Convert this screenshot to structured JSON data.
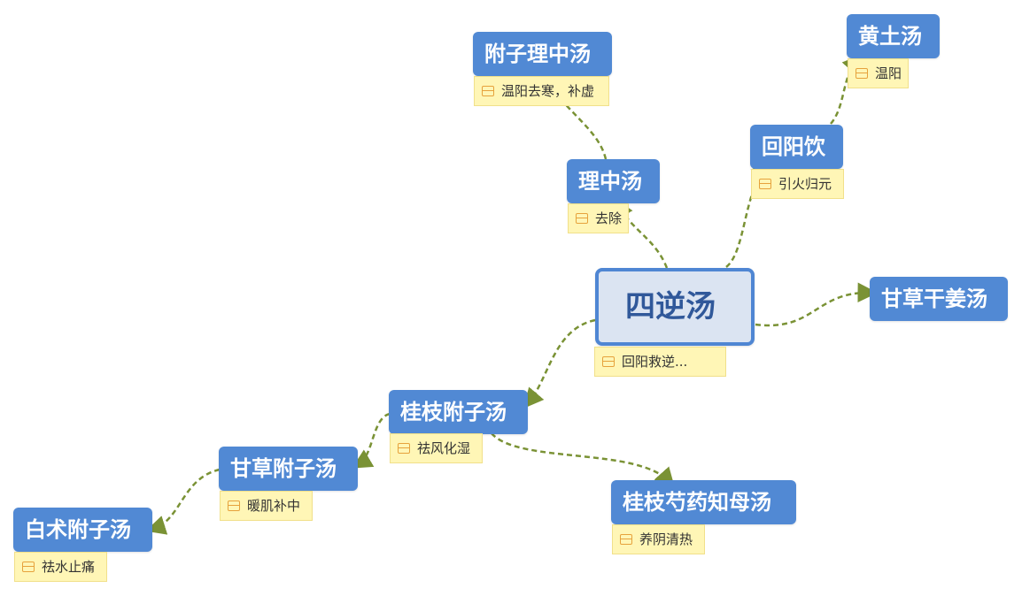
{
  "colors": {
    "node_fill": "#5189d4",
    "root_fill": "#dbe4f2",
    "root_border": "#4f86d3",
    "root_text": "#30589a",
    "note_fill": "#fff6b6",
    "link": "#7a9235"
  },
  "note_icon": "note-icon",
  "nodes": {
    "sini": {
      "label": "四逆汤",
      "note": "回阳救逆..."
    },
    "lizhong": {
      "label": "理中汤",
      "note": "去除"
    },
    "fuzi_lizhong": {
      "label": "附子理中汤",
      "note": "温阳去寒，补虚"
    },
    "huiyang": {
      "label": "回阳饮",
      "note": "引火归元"
    },
    "huangtu": {
      "label": "黄土汤",
      "note": "温阳"
    },
    "gancao_ganjiang": {
      "label": "甘草干姜汤"
    },
    "guizhi_fuzi": {
      "label": "桂枝附子汤",
      "note": "祛风化湿"
    },
    "gancao_fuzi": {
      "label": "甘草附子汤",
      "note": "暖肌补中"
    },
    "baizhu_fuzi": {
      "label": "白术附子汤",
      "note": "祛水止痛"
    },
    "guizhi_shaoyao": {
      "label": "桂枝芍药知母汤",
      "note": "养阴清热"
    }
  }
}
